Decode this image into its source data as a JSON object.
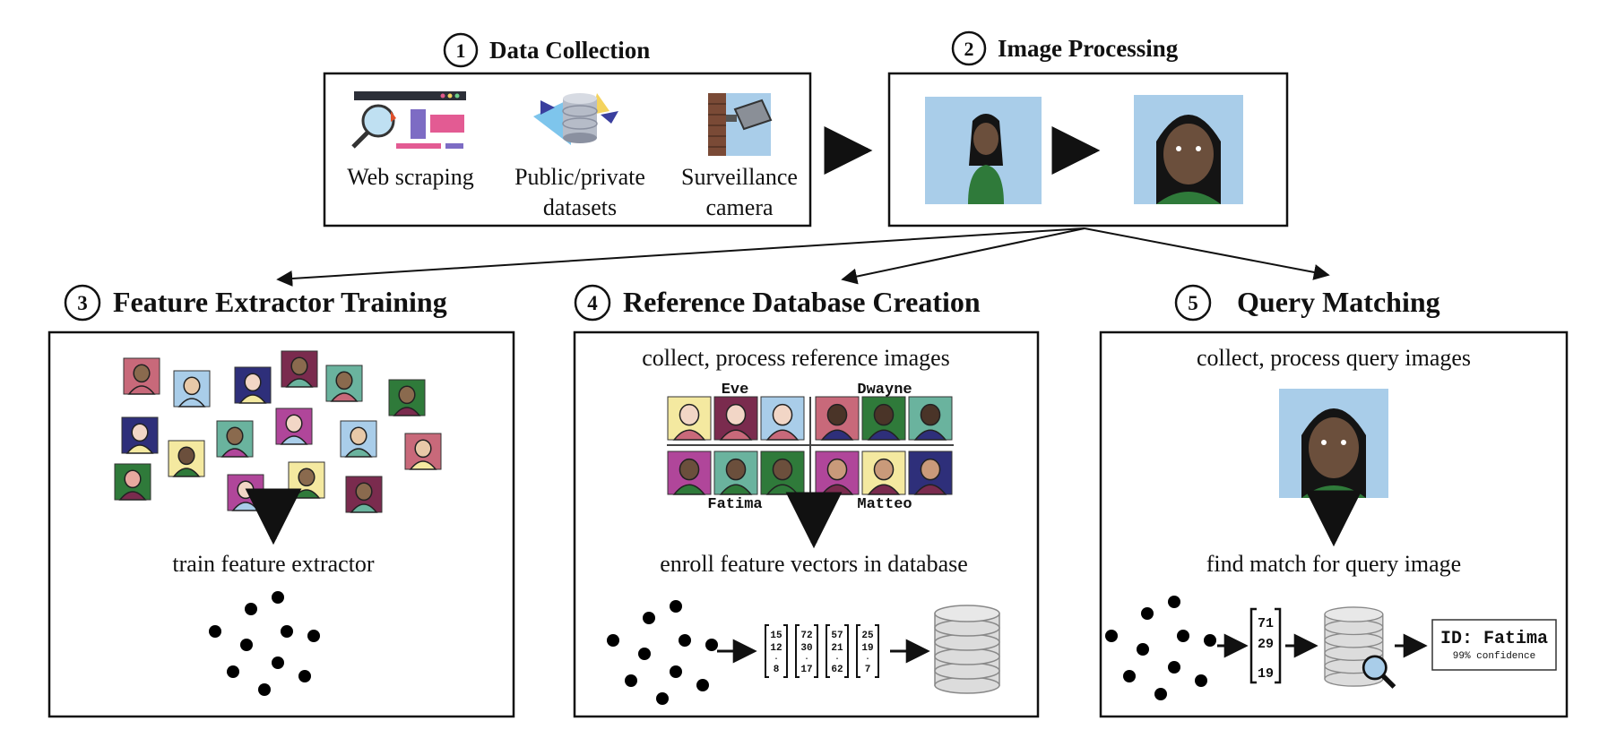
{
  "stages": {
    "s1": {
      "num": "1",
      "title": "Data Collection",
      "items": [
        {
          "line1": "Web scraping",
          "line2": ""
        },
        {
          "line1": "Public/private",
          "line2": "datasets"
        },
        {
          "line1": "Surveillance",
          "line2": "camera"
        }
      ]
    },
    "s2": {
      "num": "2",
      "title": "Image Processing"
    },
    "s3": {
      "num": "3",
      "title": "Feature Extractor Training",
      "caption": "train feature extractor"
    },
    "s4": {
      "num": "4",
      "title": "Reference Database Creation",
      "caption_top": "collect, process reference images",
      "caption_mid": "enroll feature vectors in database",
      "names": [
        "Eve",
        "Dwayne",
        "Fatima",
        "Matteo"
      ],
      "vectors": [
        [
          "15",
          "12",
          "8"
        ],
        [
          "72",
          "30",
          "17"
        ],
        [
          "57",
          "21",
          "62"
        ],
        [
          "25",
          "19",
          "7"
        ]
      ]
    },
    "s5": {
      "num": "5",
      "title": "Query Matching",
      "caption_top": "collect, process query images",
      "caption_mid": "find match for query image",
      "vector": [
        "71",
        "29",
        "19"
      ],
      "result_id": "ID: Fatima",
      "result_conf": "99% confidence"
    }
  },
  "colors": {
    "photo_bg": "#a9cde9",
    "skin_dark": "#6b4f3c",
    "skin_brown": "#8a6a4e",
    "skin_light": "#f2d6c6",
    "shirt_green": "#2f7a3a",
    "hair_black": "#141414",
    "db_gray": "#dcdcdc"
  }
}
